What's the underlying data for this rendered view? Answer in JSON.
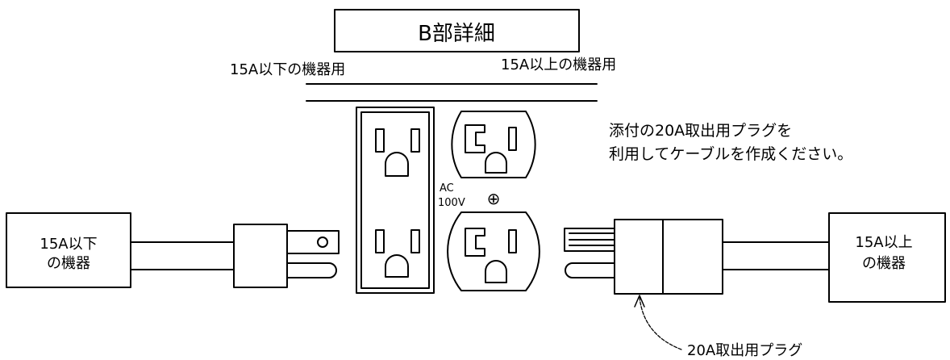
{
  "title": "B部詳細",
  "labels": {
    "left_group": "15A以下の機器用",
    "right_group": "15A以上の機器用",
    "voltage_line1": "AC",
    "voltage_line2": "100V",
    "ground_symbol": "⊕",
    "note_line1": "添付の20A取出用プラグを",
    "note_line2": "利用してケーブルを作成ください。",
    "left_device_line1": "15A以下",
    "left_device_line2": "の機器",
    "right_device_line1": "15A以上",
    "right_device_line2": "の機器",
    "plug_callout": "20A取出用プラグ"
  }
}
